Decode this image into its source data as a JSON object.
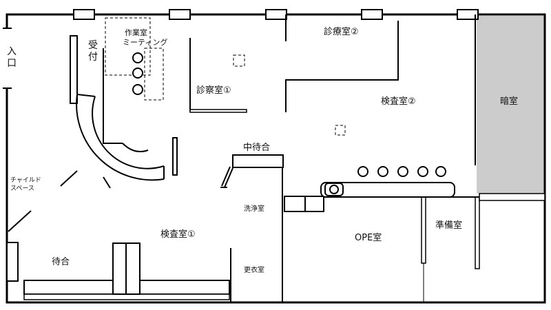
{
  "rooms": {
    "entrance": "入口",
    "reception": "受付",
    "workroom": "作業室",
    "meeting": "ミーティング",
    "consult1": "診察室①",
    "consult2": "診療室②",
    "exam2": "検査室②",
    "darkroom": "暗室",
    "middle_wait": "中待合",
    "child_space_line1": "チャイルド",
    "child_space_line2": "スペース",
    "washroom": "洗浄室",
    "changing": "更衣室",
    "exam1": "検査室①",
    "waiting": "待合",
    "ope": "OPE室",
    "prep": "準備室"
  },
  "colors": {
    "wall": "#000000",
    "darkroom_fill": "#cccccc",
    "background": "#ffffff"
  }
}
